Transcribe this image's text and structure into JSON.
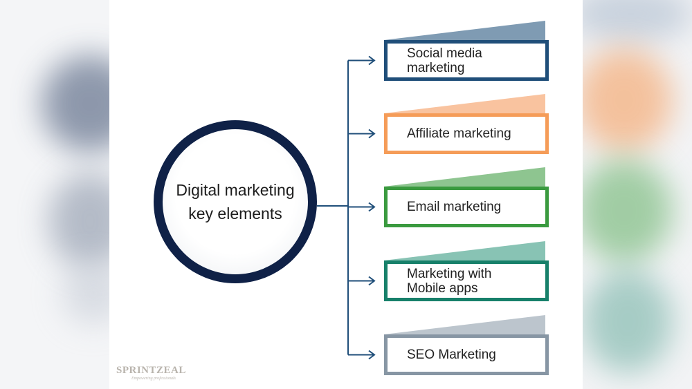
{
  "diagram": {
    "center_label": "Digital marketing key elements",
    "items": [
      {
        "label": "Social media marketing",
        "color": "#1f4e79",
        "wedge": "#7f9bb3"
      },
      {
        "label": "Affiliate marketing",
        "color": "#f59c58",
        "wedge": "#f9c39f"
      },
      {
        "label": "Email marketing",
        "color": "#3a9a3f",
        "wedge": "#8ec590"
      },
      {
        "label": "Marketing with Mobile apps",
        "color": "#17806a",
        "wedge": "#88c3b4"
      },
      {
        "label": "SEO Marketing",
        "color": "#8796a4",
        "wedge": "#bcc5cd"
      }
    ],
    "connector_color": "#1f4e79",
    "hub_border_color": "#0f2147"
  },
  "logo": {
    "name": "SPRINTZEAL",
    "tagline": "Empowering professionals"
  }
}
